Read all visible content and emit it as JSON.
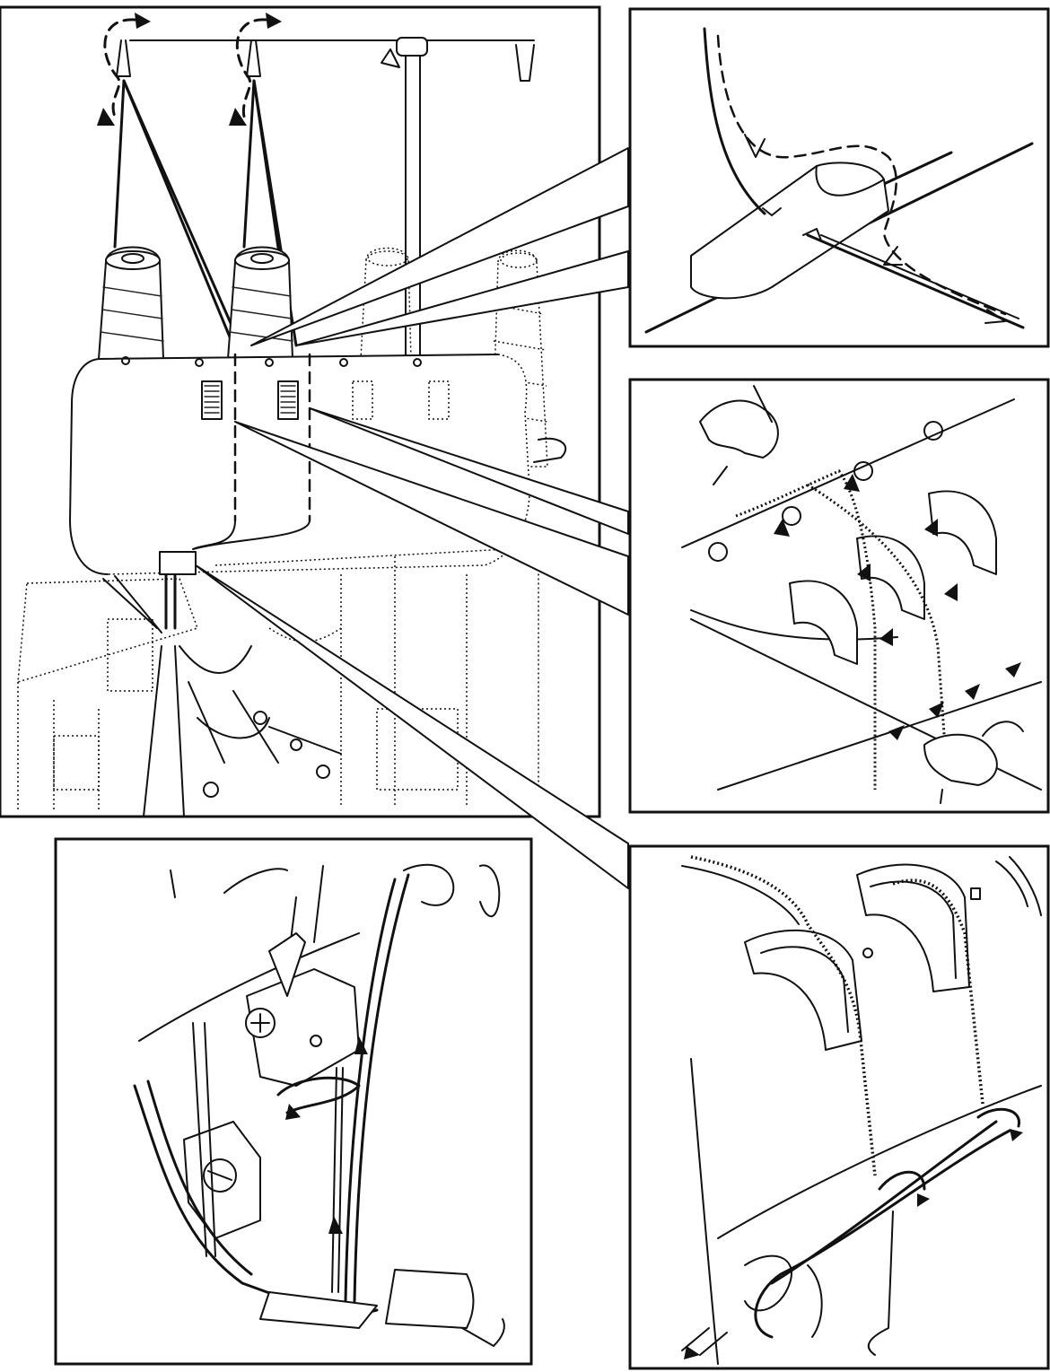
{
  "figure": {
    "panels": [
      {
        "id": "main-machine",
        "subject": "machine-overview"
      },
      {
        "id": "detail-top-right",
        "subject": "thread-guide-detail"
      },
      {
        "id": "detail-mid-right",
        "subject": "tension-dials-detail"
      },
      {
        "id": "detail-bottom-left",
        "subject": "needle-threading-detail"
      },
      {
        "id": "detail-bottom-right",
        "subject": "tension-path-detail"
      }
    ]
  }
}
